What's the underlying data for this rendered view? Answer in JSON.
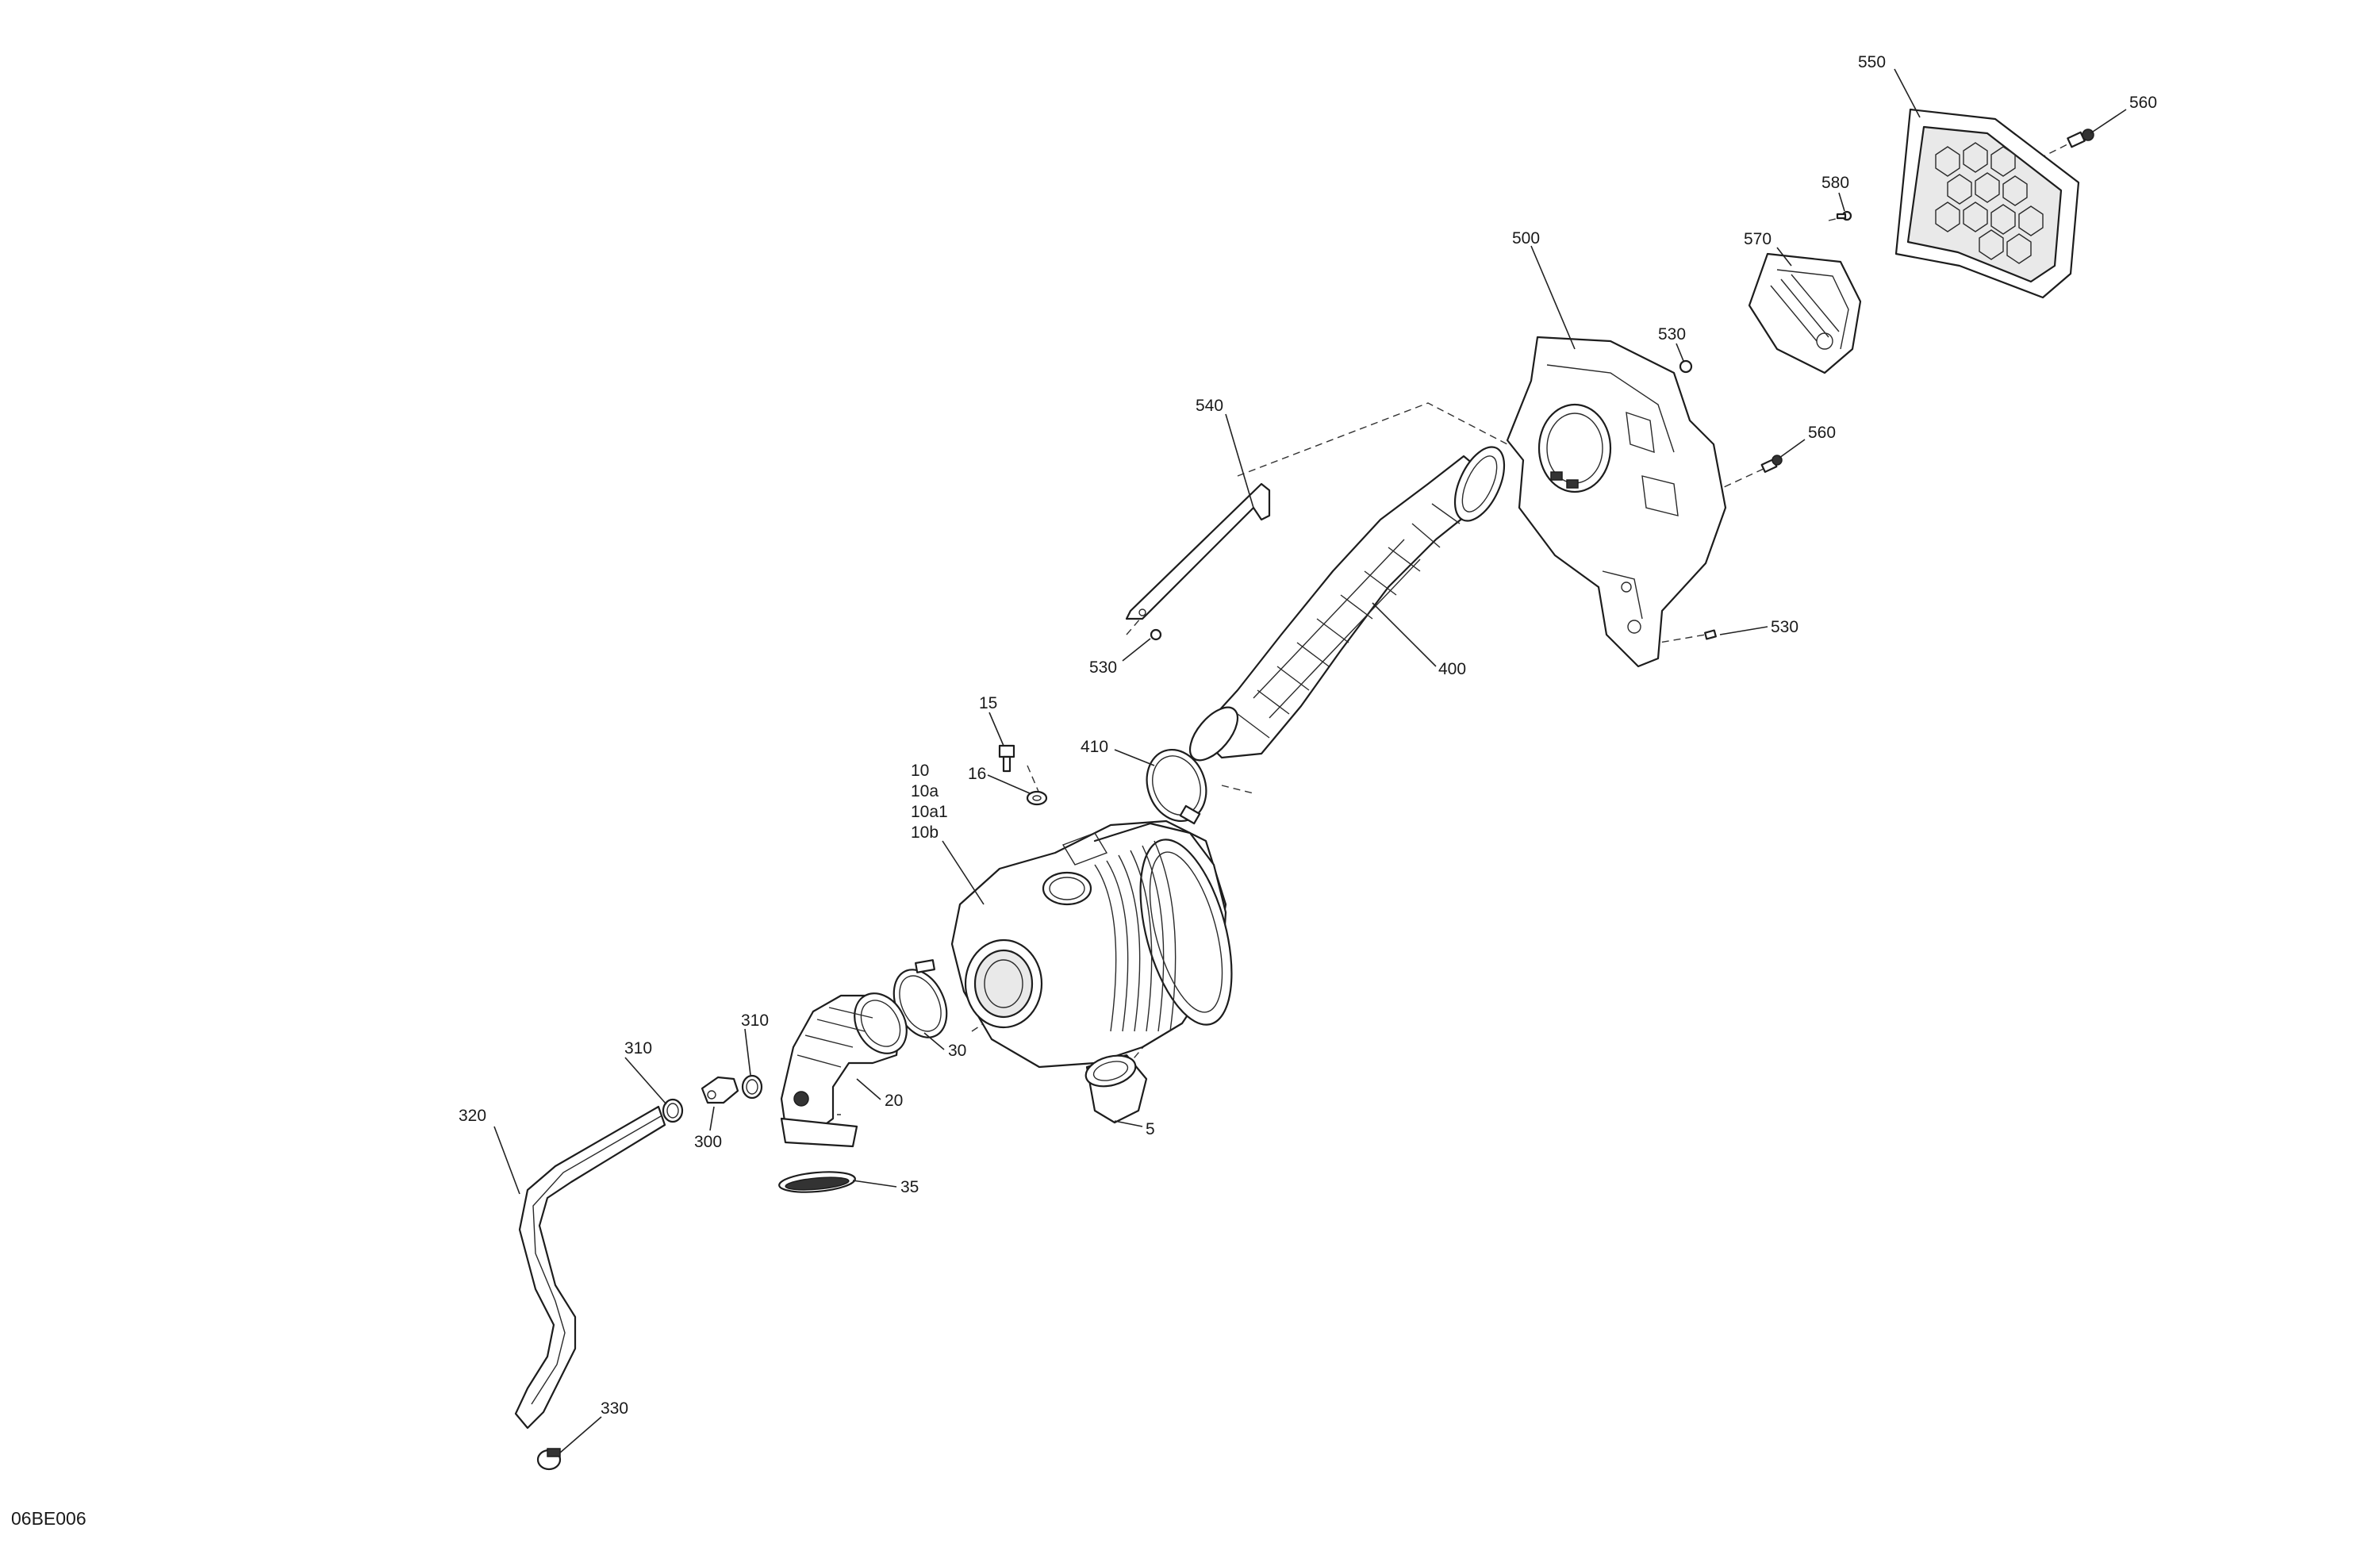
{
  "diagram": {
    "id_label": "06BE006",
    "callouts": [
      {
        "key": "c550",
        "label": "550"
      },
      {
        "key": "c560a",
        "label": "560"
      },
      {
        "key": "c580",
        "label": "580"
      },
      {
        "key": "c570",
        "label": "570"
      },
      {
        "key": "c500",
        "label": "500"
      },
      {
        "key": "c530a",
        "label": "530"
      },
      {
        "key": "c560b",
        "label": "560"
      },
      {
        "key": "c540",
        "label": "540"
      },
      {
        "key": "c530b",
        "label": "530"
      },
      {
        "key": "c400",
        "label": "400"
      },
      {
        "key": "c530c",
        "label": "530"
      },
      {
        "key": "c15",
        "label": "15"
      },
      {
        "key": "c410",
        "label": "410"
      },
      {
        "key": "c16",
        "label": "16"
      },
      {
        "key": "c10",
        "label": "10"
      },
      {
        "key": "c10a",
        "label": "10a"
      },
      {
        "key": "c10a1",
        "label": "10a1"
      },
      {
        "key": "c10b",
        "label": "10b"
      },
      {
        "key": "c310a",
        "label": "310"
      },
      {
        "key": "c310b",
        "label": "310"
      },
      {
        "key": "c30",
        "label": "30"
      },
      {
        "key": "c20",
        "label": "20"
      },
      {
        "key": "c320",
        "label": "320"
      },
      {
        "key": "c300",
        "label": "300"
      },
      {
        "key": "c5",
        "label": "5"
      },
      {
        "key": "c35",
        "label": "35"
      },
      {
        "key": "c330",
        "label": "330"
      }
    ]
  }
}
